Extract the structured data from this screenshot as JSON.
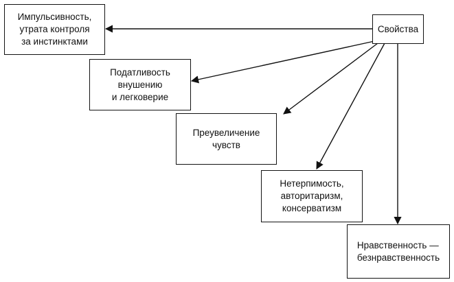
{
  "source": {
    "label": "Свойства"
  },
  "nodes": [
    {
      "id": "impulsivity",
      "label": "Импульсивность,\nутрата контроля\nза инстинктами"
    },
    {
      "id": "suggestibility",
      "label": "Податливость\nвнушению\nи легковерие"
    },
    {
      "id": "exaggeration",
      "label": "Преувеличение\nчувств"
    },
    {
      "id": "intolerance",
      "label": "Нетерпимость,\nавторитаризм,\nконсерватизм"
    },
    {
      "id": "morality",
      "label": "Нравственность —\nбезнравственность"
    }
  ]
}
